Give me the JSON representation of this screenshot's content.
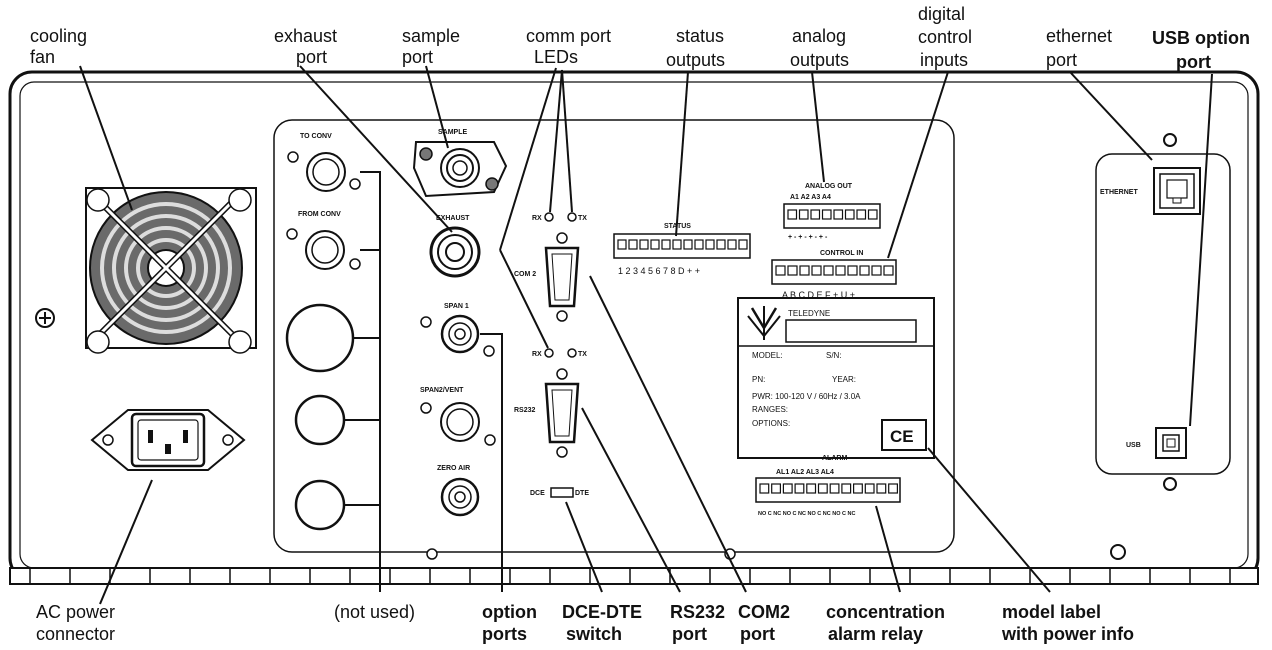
{
  "callouts": {
    "cooling_fan": [
      "cooling",
      "fan"
    ],
    "exhaust_port": [
      "exhaust",
      "port"
    ],
    "sample_port": [
      "sample",
      "port"
    ],
    "comm_port_leds": [
      "comm port",
      "LEDs"
    ],
    "status_outputs": [
      "status",
      "outputs"
    ],
    "analog_outputs": [
      "analog",
      "outputs"
    ],
    "digital_control_inputs": [
      "digital",
      "control",
      "inputs"
    ],
    "ethernet_port": [
      "ethernet",
      "port"
    ],
    "usb_option_port": [
      "USB option",
      "port"
    ],
    "ac_power_connector": [
      "AC power",
      "connector"
    ],
    "not_used": [
      "(not used)"
    ],
    "option_ports": [
      "option",
      "ports"
    ],
    "dce_dte_switch": [
      "DCE-DTE",
      "switch"
    ],
    "rs232_port": [
      "RS232",
      "port"
    ],
    "com2_port": [
      "COM2",
      "port"
    ],
    "concentration_alarm_relay": [
      "concentration",
      "alarm relay"
    ],
    "model_label_power_info": [
      "model label",
      "with power info"
    ]
  },
  "panel": {
    "to_conv": "TO CONV",
    "from_conv": "FROM CONV",
    "sample": "SAMPLE",
    "exhaust": "EXHAUST",
    "span1": "SPAN 1",
    "span2_vent": "SPAN2/VENT",
    "zero_air": "ZERO AIR",
    "rx": "RX",
    "tx": "TX",
    "com2": "COM 2",
    "rs232": "RS232",
    "dce": "DCE",
    "dte": "DTE",
    "status": "STATUS",
    "status_pins": "1 2 3 4 5 6 7 8 D  +  +",
    "analog_out": "ANALOG OUT",
    "analog_channels": "A1    A2    A3    A4",
    "analog_polarity": "+  -  +  -  +  -  +  -",
    "control_in": "CONTROL IN",
    "control_pins": "A B C D E F + U +",
    "alarm": "ALARM",
    "alarm_channels": "AL1    AL2    AL3    AL4",
    "alarm_pins": "NO C NC NO C NC NO C NC NO C NC",
    "ethernet": "ETHERNET",
    "usb": "USB"
  },
  "model_label": {
    "brand": "TELEDYNE",
    "model": "MODEL:",
    "sn": "S/N:",
    "pn": "PN:",
    "year": "YEAR:",
    "pwr": "PWR:  100-120 V / 60Hz / 3.0A",
    "ranges": "RANGES:",
    "options": "OPTIONS:",
    "ce": "CE"
  }
}
